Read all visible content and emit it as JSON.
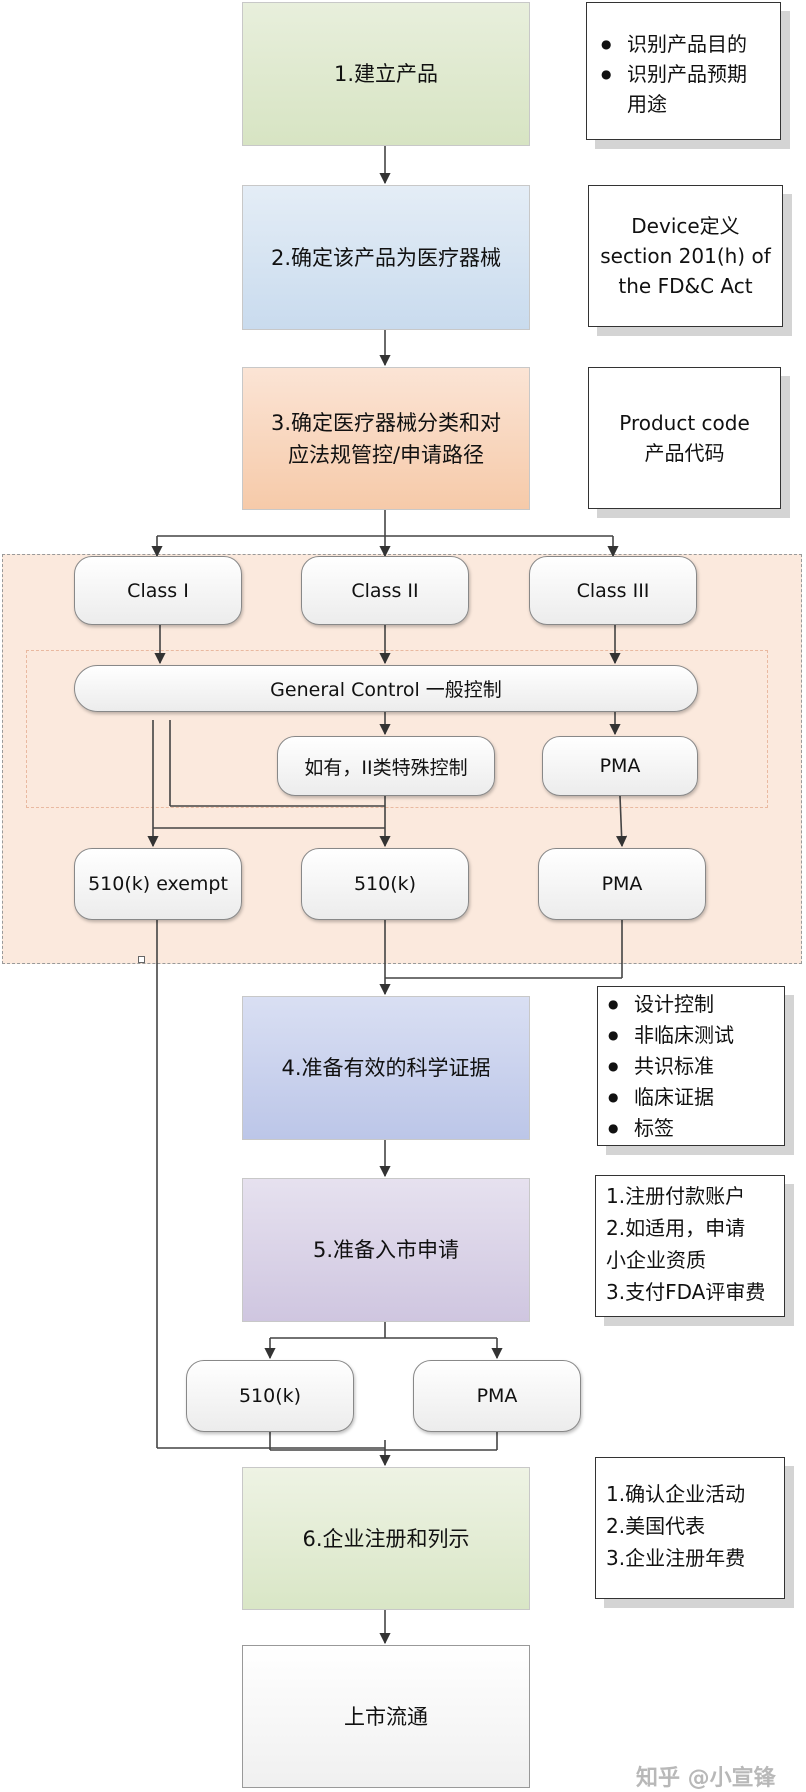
{
  "steps": {
    "s1": "1.建立产品",
    "s2": "2.确定该产品为医疗器械",
    "s3": "3.确定医疗器械分类和对\n应法规管控/申请路径",
    "s4": "4.准备有效的科学证据",
    "s5": "5.准备入市申请",
    "s6": "6.企业注册和列示",
    "s7": "上市流通"
  },
  "notes": {
    "n1": [
      "识别产品目的",
      "识别产品预期\n用途"
    ],
    "n2": "Device定义\nsection 201(h) of\nthe FD&C Act",
    "n3": "Product code\n产品代码",
    "n4": [
      "设计控制",
      "非临床测试",
      "共识标准",
      "临床证据",
      "标签"
    ],
    "n5": [
      "1.注册付款账户",
      "2.如适用，申请",
      "小企业资质",
      "3.支付FDA评审费"
    ],
    "n6": [
      "1.确认企业活动",
      "2.美国代表",
      "3.企业注册年费"
    ]
  },
  "classification": {
    "classes": [
      "Class I",
      "Class II",
      "Class III"
    ],
    "general_control": "General Control 一般控制",
    "special_control": "如有，II类特殊控制",
    "pma_inner": "PMA",
    "paths": [
      "510(k) exempt",
      "510(k)",
      "PMA"
    ]
  },
  "submission": {
    "options": [
      "510(k)",
      "PMA"
    ]
  },
  "watermark": "知乎 @小宣锋"
}
